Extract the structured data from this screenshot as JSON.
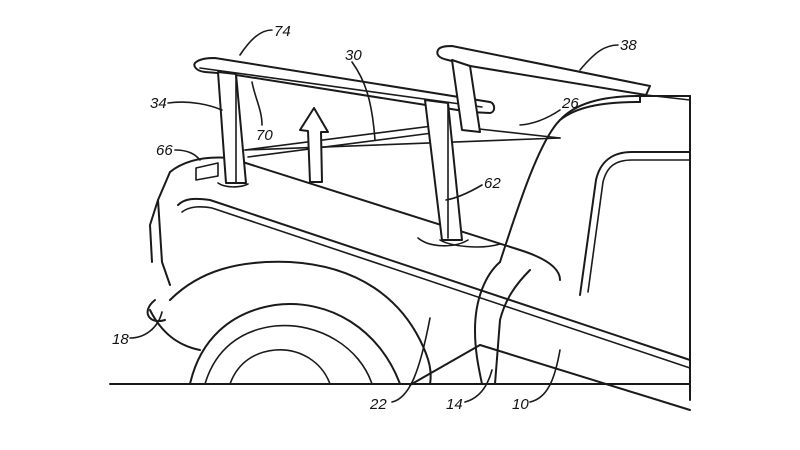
{
  "labels": {
    "l74": "74",
    "l38": "38",
    "l30": "30",
    "l34": "34",
    "l70": "70",
    "l26": "26",
    "l66": "66",
    "l62": "62",
    "l18": "18",
    "l22": "22",
    "l14": "14",
    "l10": "10"
  }
}
